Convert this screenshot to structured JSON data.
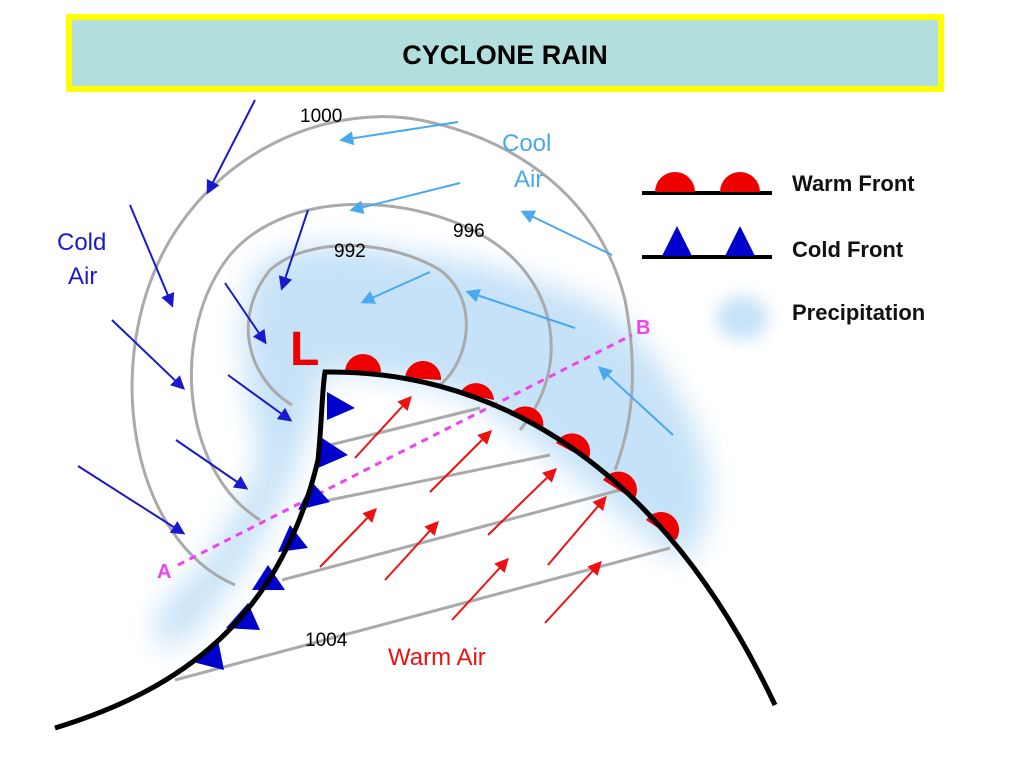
{
  "title": "CYCLONE RAIN",
  "diagram": {
    "low_pressure_symbol": "L",
    "isobars": [
      "1000",
      "996",
      "992",
      "1004"
    ],
    "air_masses": {
      "cold": [
        "Cold",
        "Air"
      ],
      "cool": [
        "Cool",
        "Air"
      ],
      "warm": "Warm Air"
    },
    "cross_section": {
      "start": "A",
      "end": "B"
    }
  },
  "legend": {
    "warm_front": "Warm Front",
    "cold_front": "Cold Front",
    "precipitation": "Precipitation"
  },
  "colors": {
    "title_background": "#b2dfdd",
    "title_border": "#ffff00",
    "warm_front": "#ee0000",
    "cold_front": "#0000cc",
    "precipitation": "#c6e2f8",
    "cold_air_arrows": "#1a1acc",
    "cool_air_arrows": "#4aa8ee",
    "warm_air_arrows": "#ee1111",
    "cross_section_line": "#ee44ee",
    "isobar_lines": "#aaaaaa"
  }
}
